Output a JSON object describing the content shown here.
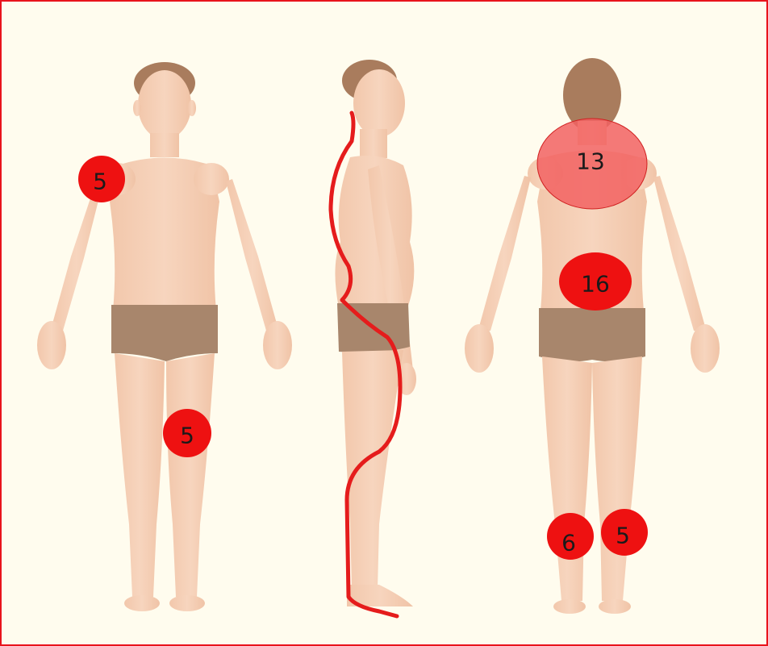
{
  "colors": {
    "background": "#fffcee",
    "border": "#e8141c",
    "skin": "#f5cfb4",
    "skin_shadow": "#e9b79a",
    "hair": "#a97c5d",
    "underwear": "#a8866c",
    "marker": "#ee1111",
    "marker_large": "#f26161",
    "spine_line": "#e51c1c"
  },
  "markers": {
    "front_shoulder": {
      "count": "5"
    },
    "front_knee": {
      "count": "5"
    },
    "back_upper": {
      "count": "13"
    },
    "back_lower": {
      "count": "16"
    },
    "back_left_calf": {
      "count": "6"
    },
    "back_right_calf": {
      "count": "5"
    }
  }
}
